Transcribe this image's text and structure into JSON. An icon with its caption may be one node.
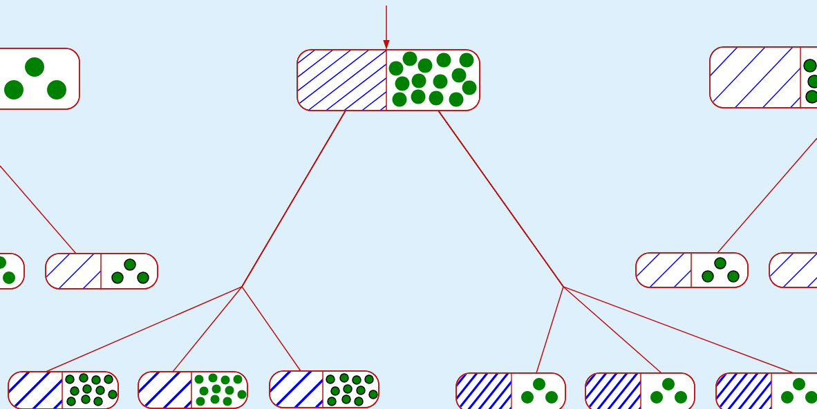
{
  "diagram": {
    "nodes": [
      {
        "text": [],
        "shape": "box"
      },
      {
        "text": [],
        "shape": "box"
      },
      {
        "text": [],
        "shape": "box"
      },
      {
        "text": [],
        "shape": "box"
      },
      {
        "text": [],
        "shape": "box"
      },
      {
        "text": [],
        "shape": "box"
      },
      {
        "text": [],
        "shape": "box"
      },
      {
        "text": [],
        "shape": "box"
      },
      {
        "text": [],
        "shape": "box"
      },
      {
        "text": [],
        "shape": "box"
      },
      {
        "text": [],
        "shape": "box"
      },
      {
        "text": [],
        "shape": "box"
      },
      {
        "text": [],
        "shape": "box"
      }
    ],
    "edges": [
      {
        "from": null,
        "to": 1,
        "arrow": "to"
      },
      {
        "from": 1,
        "to": 7,
        "arrow": "none"
      },
      {
        "from": 1,
        "to": 8,
        "arrow": "none"
      },
      {
        "from": 1,
        "to": 9,
        "arrow": "none"
      },
      {
        "from": 1,
        "to": 10,
        "arrow": "none"
      },
      {
        "from": 1,
        "to": 11,
        "arrow": "none"
      },
      {
        "from": 1,
        "to": 12,
        "arrow": "none"
      },
      {
        "from": null,
        "to": 4,
        "arrow": "none"
      },
      {
        "from": null,
        "to": 5,
        "arrow": "none"
      }
    ]
  }
}
